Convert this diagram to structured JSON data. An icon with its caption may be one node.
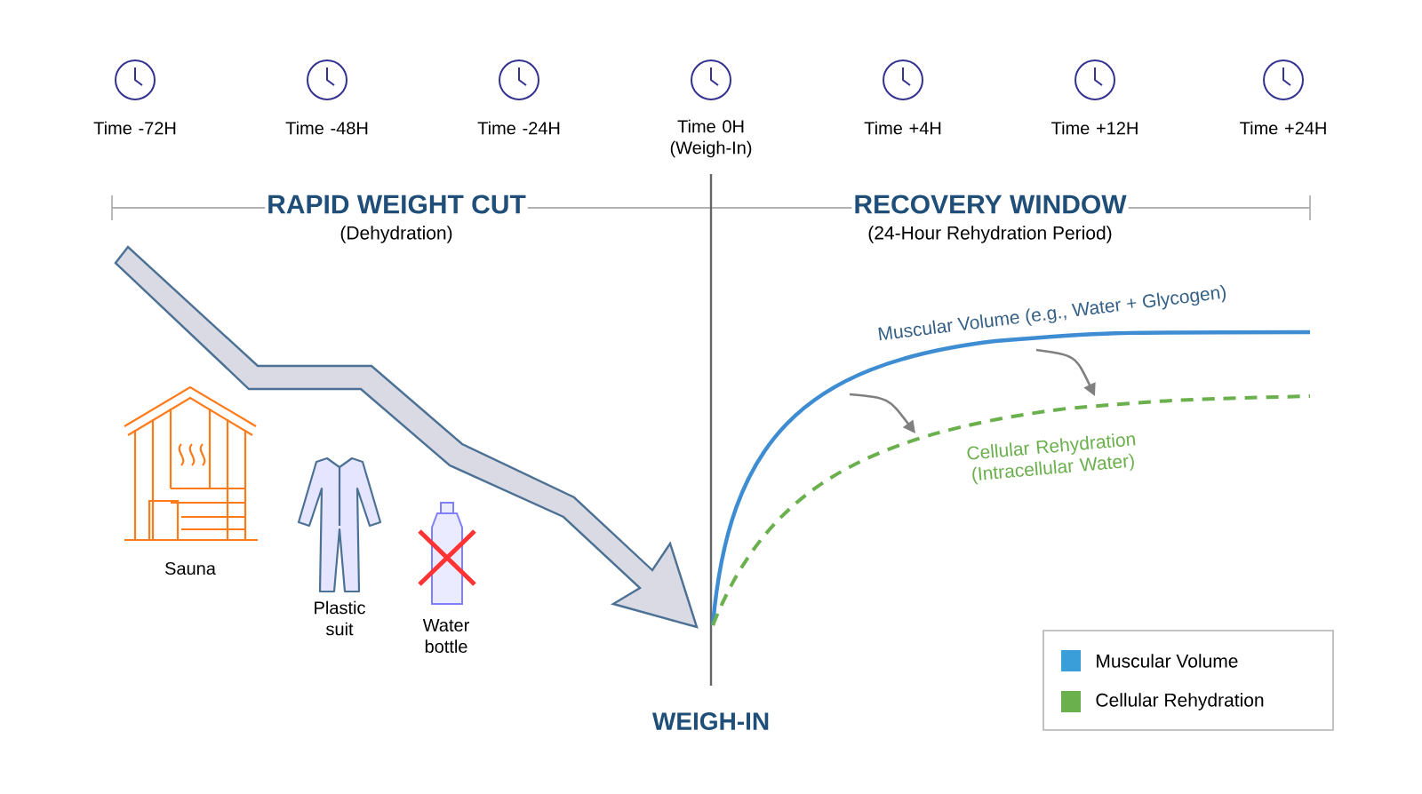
{
  "diagram": {
    "labels": [
      "Time -72H",
      "Time -48H",
      "Time -24H",
      "Time 0H (Weigh-In)",
      "Time +4H",
      "Time +12H",
      "Time +24H",
      "RAPID WEIGHT CUT",
      "(Dehydration)",
      "RECOVERY WINDOW",
      "(24-Hour Rehydration Period)",
      "Muscular Volume (e.g., Water + Glycogen)",
      "Cellular Rehydration (Intracellular Water)",
      "Sauna",
      "Plastic suit",
      "Water bottle",
      "WEIGH-IN"
    ],
    "legend": [
      {
        "text": "Muscular Volume",
        "color": "#3a9fd8"
      },
      {
        "text": "Cellular Rehydration",
        "color": "#6ab04c"
      }
    ]
  }
}
